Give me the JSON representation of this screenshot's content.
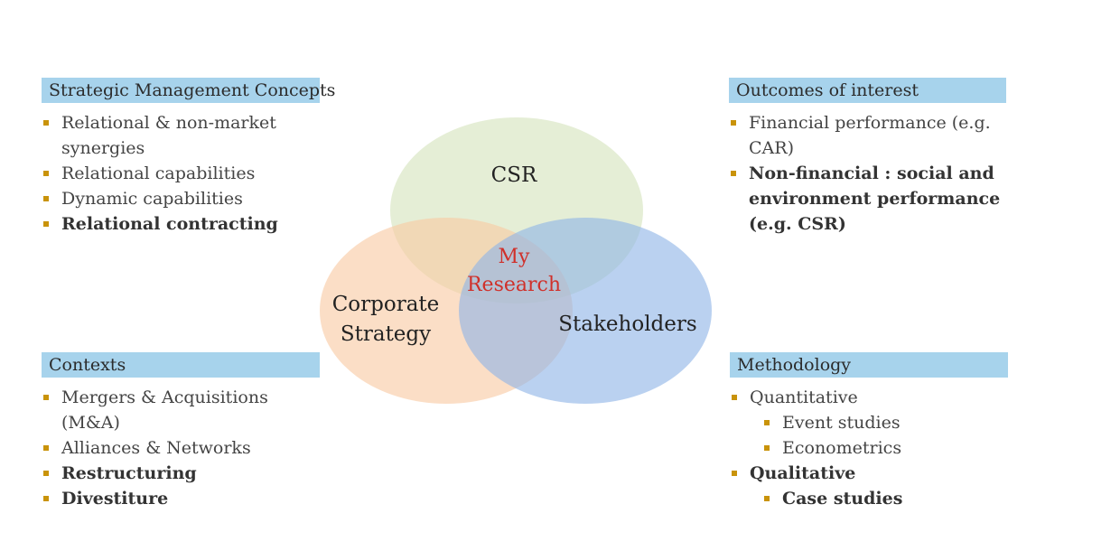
{
  "concepts": {
    "title": "Strategic Management Concepts",
    "items": [
      {
        "text": "Relational & non-market synergies",
        "bold": false
      },
      {
        "text": "Relational capabilities",
        "bold": false
      },
      {
        "text": "Dynamic capabilities",
        "bold": false
      },
      {
        "text": "Relational contracting",
        "bold": true
      }
    ]
  },
  "outcomes": {
    "title": "Outcomes of interest",
    "items": [
      {
        "text": "Financial performance (e.g. CAR)",
        "bold": false
      },
      {
        "text": "Non-financial : social and environment performance (e.g. CSR)",
        "bold": true
      }
    ]
  },
  "contexts": {
    "title": "Contexts",
    "items": [
      {
        "text": "Mergers & Acquisitions (M&A)",
        "bold": false
      },
      {
        "text": "Alliances & Networks",
        "bold": false
      },
      {
        "text": "Restructuring",
        "bold": true
      },
      {
        "text": "Divestiture",
        "bold": true
      }
    ]
  },
  "methodology": {
    "title": "Methodology",
    "items": [
      {
        "text": "Quantitative",
        "bold": false,
        "level": 0
      },
      {
        "text": "Event studies",
        "bold": false,
        "level": 1
      },
      {
        "text": "Econometrics",
        "bold": false,
        "level": 1
      },
      {
        "text": "Qualitative",
        "bold": true,
        "level": 0
      },
      {
        "text": "Case studies",
        "bold": true,
        "level": 1
      }
    ]
  },
  "venn": {
    "csr": {
      "label": "CSR",
      "color": "#dbe8c6"
    },
    "corporate": {
      "label_line1": "Corporate",
      "label_line2": "Strategy",
      "color": "#f9c9a3"
    },
    "stakeholders": {
      "label": "Stakeholders",
      "color": "#8fb5e6"
    },
    "center": {
      "label_line1": "My",
      "label_line2": "Research",
      "color": "#d0302a"
    }
  },
  "colors": {
    "header_bg": "#a7d3ec",
    "bullet": "#c9930a"
  }
}
